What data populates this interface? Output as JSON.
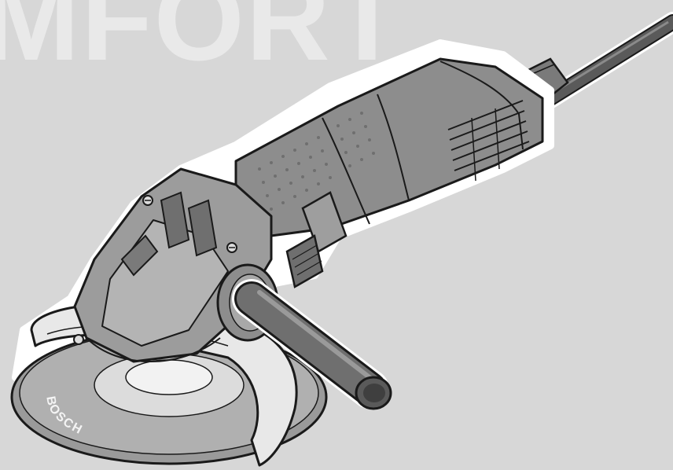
{
  "background_text": "MFORT",
  "disc_brand": "BOSCH",
  "colors": {
    "background": "#d7d7d7",
    "background_text": "#e9e9e9",
    "body": "#8d8d8d",
    "body_dark": "#6f6f6f",
    "outline": "#1a1a1a",
    "highlight": "#f4f4f4",
    "cable": "#5a5a5a"
  },
  "icons": [
    "angle-grinder-illustration"
  ]
}
